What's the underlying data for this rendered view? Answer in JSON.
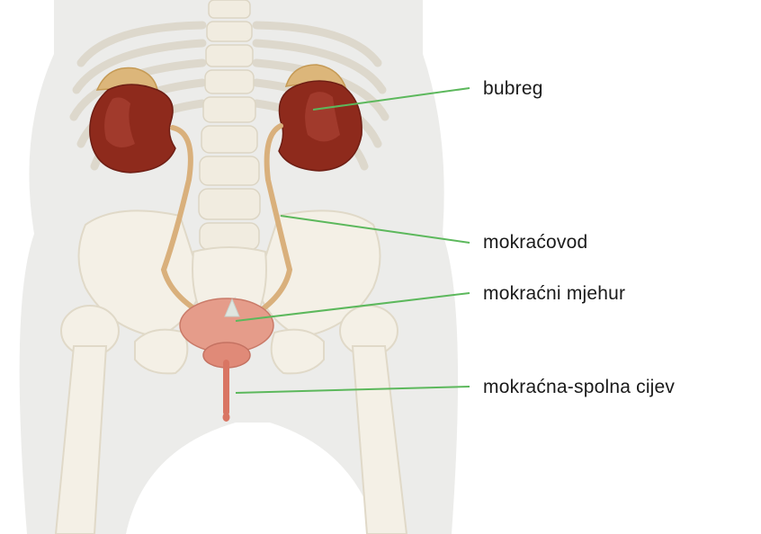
{
  "labels": {
    "kidney": "bubreg",
    "ureter": "mokraćovod",
    "bladder": "mokraćni mjehur",
    "urethra": "mokraćna-spolna cijev"
  },
  "colors": {
    "background": "#ffffff",
    "body_silhouette": "#ececea",
    "bone": "#f4f0e6",
    "bone_shade": "#e4ddcc",
    "kidney": "#8e2a1c",
    "kidney_highlight": "#b0473a",
    "adrenal": "#dcb67a",
    "ureter": "#d9b07c",
    "bladder": "#e59c8a",
    "urethra": "#d97563",
    "leader_line": "#5cb85c",
    "label_text": "#1a1a1a"
  }
}
